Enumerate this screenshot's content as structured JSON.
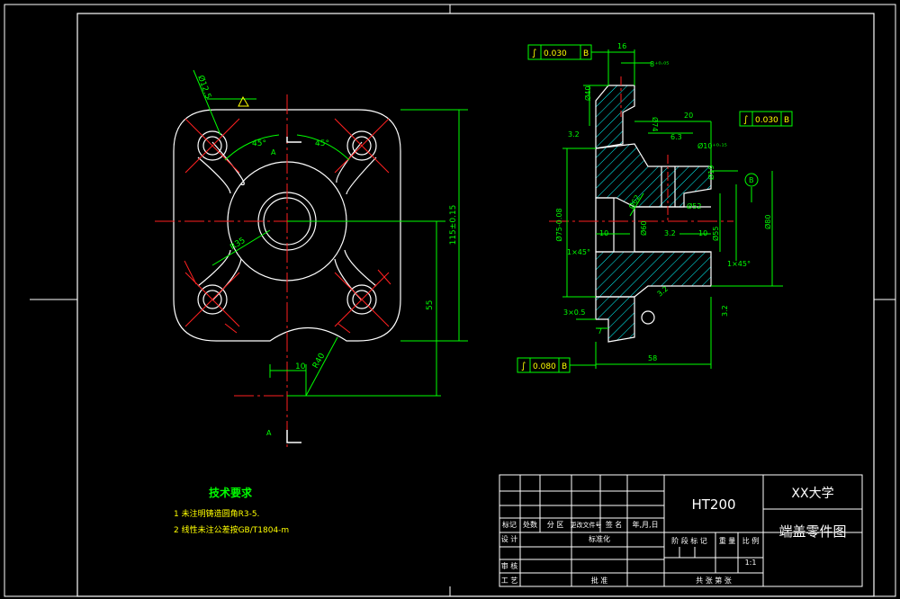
{
  "colors": {
    "background": "#000000",
    "outline": "#ffffff",
    "center_line": "#ff2020",
    "dimension": "#00ff00",
    "hatch": "#00ffff",
    "tech_title": "#00ff00",
    "tech_text": "#ffff00"
  },
  "front_view": {
    "dim_115": "115±0.15",
    "dim_45_left": "45°",
    "dim_45_right": "45°",
    "dim_55": "55",
    "dim_10": "10",
    "dim_r40": "R40",
    "dim_d12": "Ø12.5",
    "dim_r35": "R35",
    "section_a_top": "A",
    "section_a_bottom": "A"
  },
  "side_view": {
    "tol_top": {
      "symbol": "∫",
      "value": "0.030",
      "datum": "B"
    },
    "tol_right": {
      "symbol": "∫",
      "value": "0.030",
      "datum": "B"
    },
    "tol_bottom": {
      "symbol": "∫",
      "value": "0.080",
      "datum": "B"
    },
    "dim_16": "16",
    "dim_8": "8⁺⁰·⁰⁵",
    "dim_20": "20",
    "dim_d40": "Ø40",
    "dim_d74": "Ø74",
    "dim_32a": "3.2",
    "dim_63": "6.3",
    "dim_d10": "Ø10⁺⁰·¹⁵",
    "dim_d19": "Ø19",
    "dim_d75": "Ø75-0.08",
    "dim_d62": "Ø62",
    "dim_d60": "Ø60",
    "dim_d52": "Ø52",
    "dim_d55": "Ø55",
    "dim_d80": "Ø80",
    "dim_10a": "10",
    "dim_10b": "10",
    "dim_32b": "3.2",
    "chamfer_left": "1×45°",
    "chamfer_right": "1×45°",
    "dim_3x05": "3×0.5",
    "dim_7": "7",
    "dim_58": "58",
    "dim_32c": "3.2",
    "dim_32d": "3.2",
    "datum_b": "B"
  },
  "tech_req": {
    "title": "技术要求",
    "items": [
      "1  未注明铸造圆角R3-5.",
      "2  线性未注公差按GB/T1804-m"
    ]
  },
  "title_block": {
    "material": "HT200",
    "school": "XX大学",
    "drawing_name": "端盖零件图",
    "scale": "1:1",
    "h_mark": "标记",
    "h_count": "处数",
    "h_zone": "分 区",
    "h_docno": "更改文件号",
    "h_sign": "签 名",
    "h_date": "年,月,日",
    "h_design": "设 计",
    "h_std": "标准化",
    "h_review": "审 核",
    "h_process": "工 艺",
    "h_approve": "批 准",
    "h_stage": "阶 段 标 记",
    "h_weight": "重 量",
    "h_ratio": "比 例",
    "h_total": "共    张  第    张"
  }
}
